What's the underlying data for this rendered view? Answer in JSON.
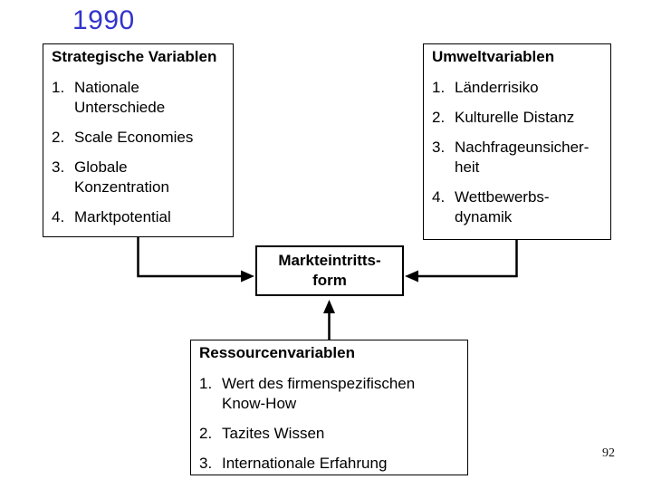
{
  "title": "1990",
  "page_number": "92",
  "colors": {
    "title_blue": "#3333CC",
    "line_black": "#000000"
  },
  "boxes": {
    "strategic": {
      "header": "Strategische Variablen",
      "items": [
        {
          "num": "1.",
          "text": "Nationale\nUnterschiede"
        },
        {
          "num": "2.",
          "text": "Scale Economies"
        },
        {
          "num": "3.",
          "text": "Globale\nKonzentration"
        },
        {
          "num": "4.",
          "text": "Marktpotential"
        }
      ]
    },
    "environment": {
      "header": "Umweltvariablen",
      "items": [
        {
          "num": "1.",
          "text": "Länderrisiko"
        },
        {
          "num": "2.",
          "text": "Kulturelle Distanz"
        },
        {
          "num": "3.",
          "text": "Nachfrageunsicher-\nheit"
        },
        {
          "num": "4.",
          "text": "Wettbewerbs-\ndynamik"
        }
      ]
    },
    "center": {
      "label": "Markteintritts-\nform"
    },
    "resources": {
      "header": "Ressourcenvariablen",
      "items": [
        {
          "num": "1.",
          "text": "Wert des firmenspezifischen\nKnow-How"
        },
        {
          "num": "2.",
          "text": "Tazites Wissen"
        },
        {
          "num": "3.",
          "text": "Internationale Erfahrung"
        }
      ]
    }
  }
}
